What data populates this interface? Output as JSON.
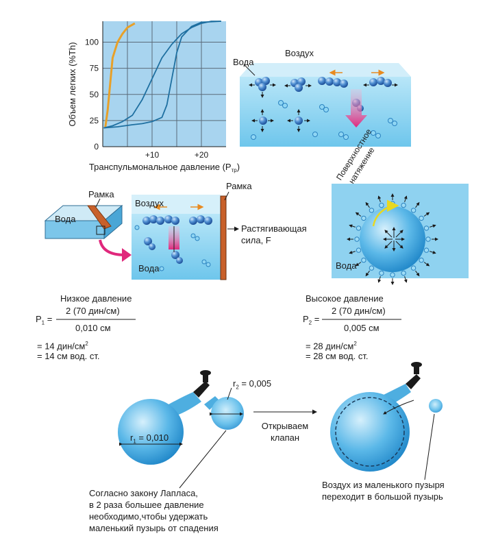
{
  "chart_data": {
    "type": "line",
    "ylabel": "Объем легких (%Th)",
    "xlabel_main": "Транспульмональное давление (P",
    "xlabel_sub": "тр",
    "xlabel_end": ")",
    "y_ticks": [
      "0",
      "25",
      "50",
      "75",
      "100"
    ],
    "x_ticks": [
      "+10",
      "+20"
    ],
    "xlim": [
      0,
      25
    ],
    "ylim": [
      0,
      120
    ],
    "grid": true,
    "series": [
      {
        "color": "#e8a028",
        "x": [
          0.5,
          1,
          1.5,
          2,
          3,
          4,
          5,
          6.5
        ],
        "y": [
          18,
          35,
          60,
          85,
          100,
          108,
          114,
          118
        ]
      },
      {
        "color": "#1e6fa0",
        "x": [
          0.2,
          2,
          4,
          6,
          8,
          10,
          12,
          14,
          16,
          18,
          20,
          22,
          24
        ],
        "y": [
          18,
          20,
          24,
          30,
          45,
          65,
          85,
          98,
          108,
          114,
          118,
          120,
          120
        ]
      },
      {
        "color": "#1e6fa0",
        "x": [
          0.2,
          3,
          6,
          8,
          10,
          12,
          13,
          14,
          15,
          16,
          18,
          20,
          24
        ],
        "y": [
          18,
          19,
          21,
          22,
          24,
          28,
          40,
          65,
          90,
          105,
          115,
          119,
          120
        ]
      }
    ]
  },
  "labels": {
    "voda": "Вода",
    "vozdukh": "Воздух",
    "ramka": "Рамка",
    "rastyag_1": "Растягивающая",
    "rastyag_2": "сила, F",
    "poverkh_1": "Поверхностное",
    "poverkh_2": "натяжение"
  },
  "eq_left": {
    "title": "Низкое давление",
    "p_main": "P",
    "p_sub": "1",
    "eq": "=",
    "num": "2 (70 дин/см)",
    "den": "0,010 см",
    "r1_main": "= 14 дин/см",
    "r1_sup": "2",
    "r2": "= 14 см вод. ст."
  },
  "eq_right": {
    "title": "Высокое давление",
    "p_main": "P",
    "p_sub": "2",
    "eq": "=",
    "num": "2 (70 дин/см)",
    "den": "0,005 см",
    "r1_main": "= 28 дин/см",
    "r1_sup": "2",
    "r2": "= 28 см вод. ст."
  },
  "bubbles": {
    "r1_main": "r",
    "r1_sub": "1",
    "r1_val": " = 0,010",
    "r2_main": "r",
    "r2_sub": "2",
    "r2_val": " = 0,005",
    "valve_1": "Открываем",
    "valve_2": "клапан",
    "laplace": [
      "Согласно закону Лапласа,",
      "в 2 раза большее давление",
      "необходимо,чтобы удержать",
      "маленький пузырь от спадения"
    ],
    "transfer": [
      "Воздух из маленького пузыря",
      "переходит в большой пузырь"
    ]
  },
  "colors": {
    "water": "#8fd2f0",
    "water_dark": "#3aa8dc",
    "molecule": "#2a72b8",
    "arrow_pink": "#e0287c",
    "frame_brown": "#c8602a",
    "chart_bg": "#a8d4ef",
    "curve_orange": "#e8a028",
    "curve_blue": "#1e6fa0",
    "surface_yellow": "#e8d820"
  }
}
